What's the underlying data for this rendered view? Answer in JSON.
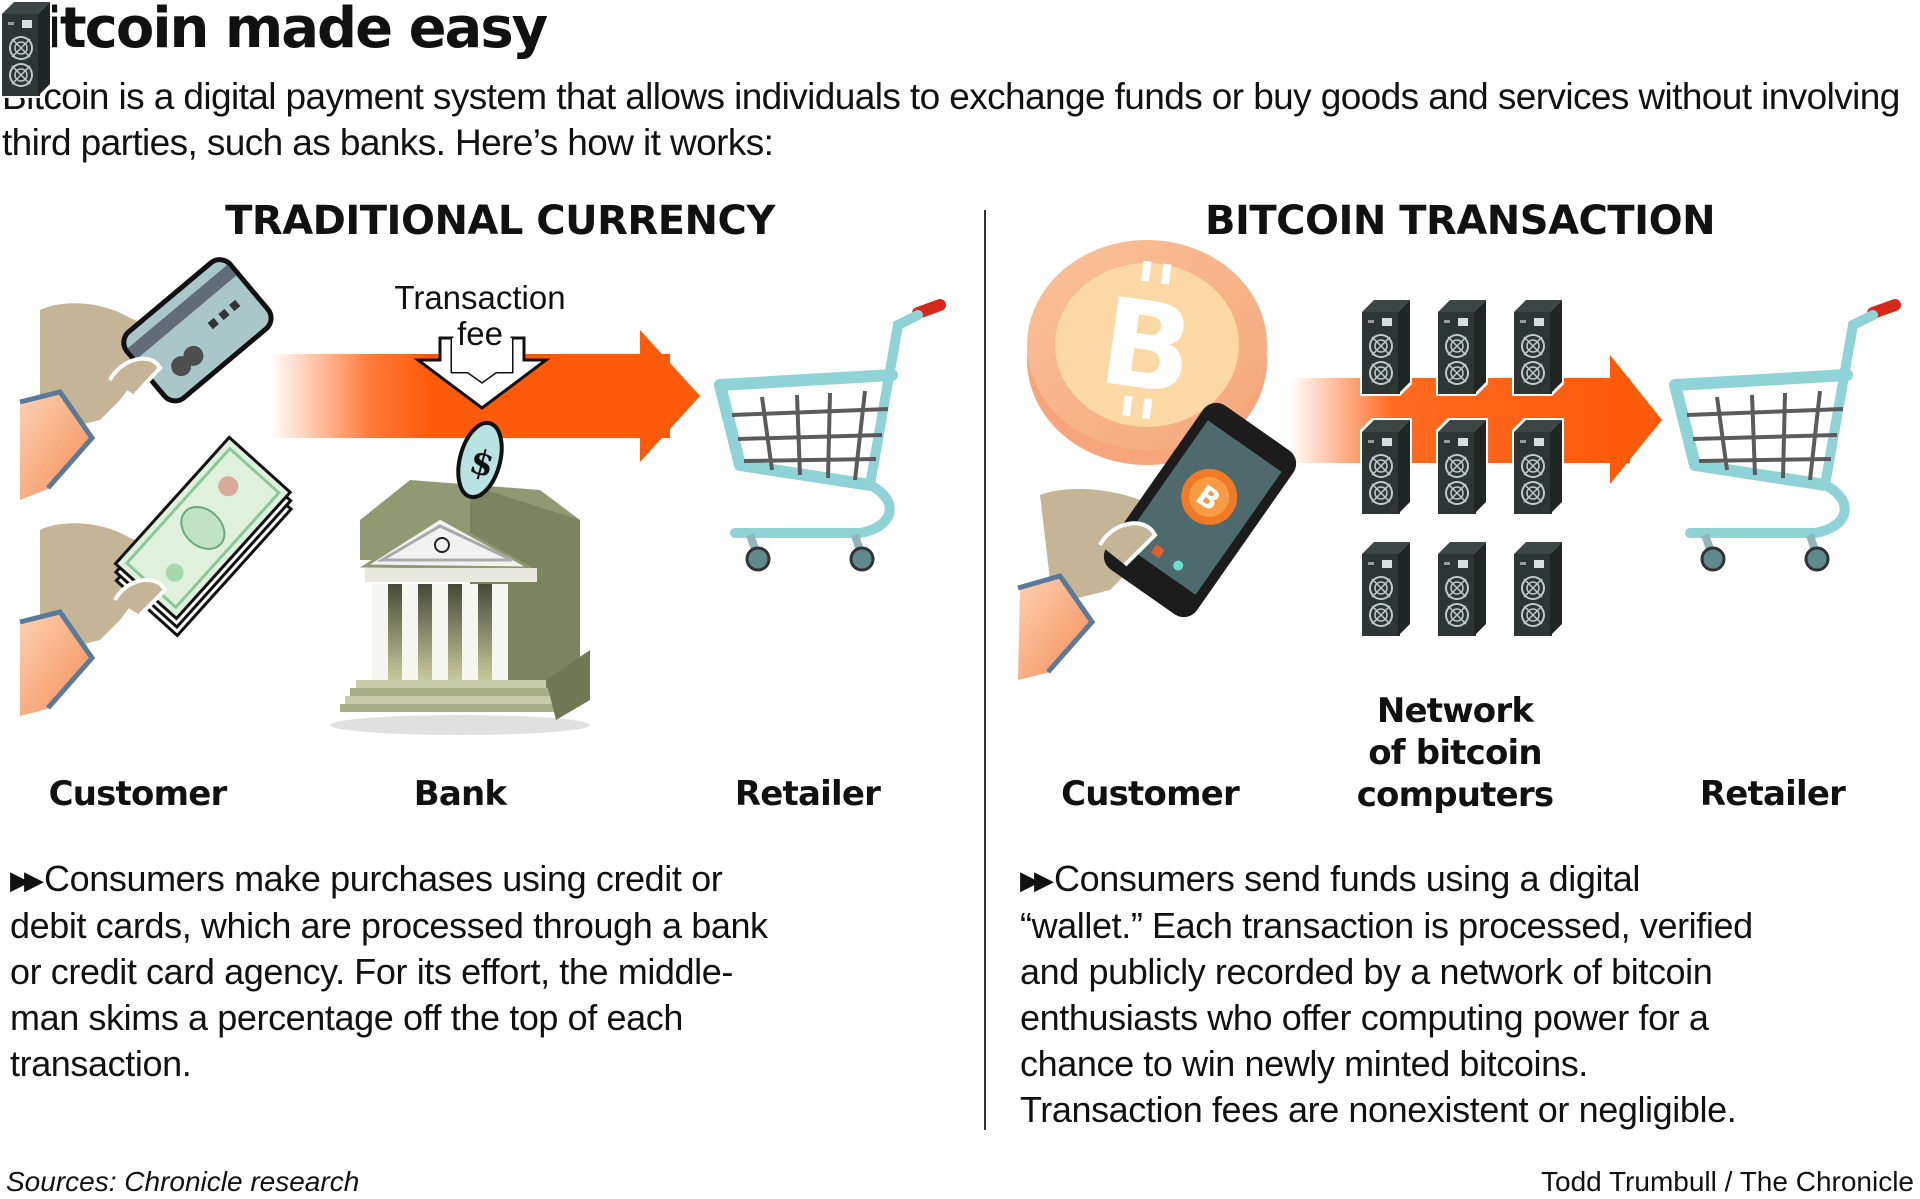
{
  "header": {
    "title": "Bitcoin made easy",
    "intro": "Bitcoin is a digital payment system that allows individuals to exchange funds or buy goods and services without involving third parties, such as banks. Here’s how it works:"
  },
  "traditional": {
    "title": "TRADITIONAL CURRENCY",
    "fee_label_line1": "Transaction",
    "fee_label_line2": "fee",
    "labels": {
      "customer": "Customer",
      "bank": "Bank",
      "retailer": "Retailer"
    },
    "description": "Consumers make purchases using credit or debit cards, which are processed through a bank or credit card agency. For its effort, the middle-man skims a percentage off the top of each transaction.",
    "description_lines": [
      "Consumers make purchases using credit or",
      "debit cards, which are processed through a bank",
      "or credit card agency. For its effort, the middle-",
      "man skims a percentage off the top of each",
      "transaction."
    ],
    "icons": [
      "hand-credit-card-icon",
      "hand-cash-icon",
      "bank-building-icon",
      "dollar-coin-icon",
      "shopping-cart-icon",
      "flow-arrow-icon",
      "fee-down-arrow-icon"
    ]
  },
  "bitcoin": {
    "title": "BITCOIN TRANSACTION",
    "labels": {
      "customer": "Customer",
      "network_line1": "Network",
      "network_line2": "of bitcoin",
      "network_line3": "computers",
      "retailer": "Retailer"
    },
    "description": "Consumers send funds using a digital “wallet.” Each transaction is processed, verified and publicly recorded by a network of bitcoin enthusiasts who offer computing power for a chance to win newly minted bitcoins. Transaction fees are nonexistent or negligible.",
    "description_lines": [
      "Consumers send funds using a digital",
      "“wallet.” Each transaction is processed, verified",
      "and publicly recorded by a network of bitcoin",
      "enthusiasts who offer computing power for a",
      "chance to win newly minted bitcoins.",
      "Transaction fees are nonexistent or negligible."
    ],
    "server_count": 9,
    "icons": [
      "bitcoin-coin-icon",
      "hand-smartphone-icon",
      "server-tower-icon",
      "shopping-cart-icon",
      "flow-arrow-icon"
    ]
  },
  "bullet_glyph": "▶▶",
  "footer": {
    "sources": "Sources: Chronicle research",
    "credit": "Todd Trumbull / The Chronicle"
  },
  "colors": {
    "arrow_orange": "#ff5a0a",
    "cart_teal": "#8fd3d6",
    "cart_handle_red": "#d8281a",
    "bank_green": "#8f9a72",
    "coin_peach": "#f7b589",
    "coin_inner": "#fbd8a4",
    "hand_tan": "#c3b596",
    "sleeve_orange": "#f6a877",
    "sleeve_edge": "#5a7a99",
    "server_dark": "#2d3634",
    "text": "#111111"
  }
}
